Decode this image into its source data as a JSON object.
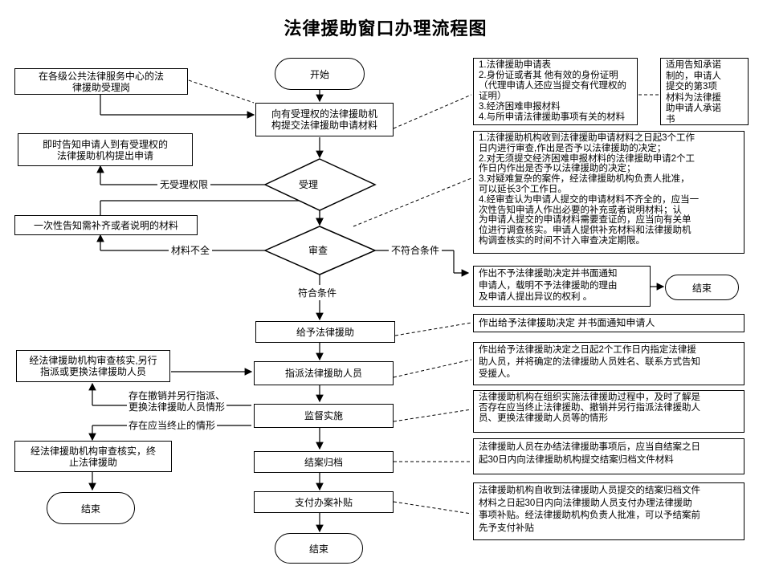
{
  "title": "法律援助窗口办理流程图",
  "nodes": {
    "start": "开始",
    "center_window": "在各级公共法律服务中心的法\n律援助受理岗",
    "submit": "向有受理权的法律援助机\n构提交法律援助申请材料",
    "inform_institution": "即时告知申请人到有受理权的\n法律援助机构提出申请",
    "accept": "受理",
    "supplement": "一次性告知需补齐或者说明的材料",
    "review": "审查",
    "grant": "给予法律援助",
    "reassign_box": "经法律援助机构审查核实,另行\n指派或更换法律援助人员",
    "assign": "指派法律援助人员",
    "supervise": "监督实施",
    "terminate_box": "经法律援助机构审查核实，终\n止法律援助",
    "end_left": "结束",
    "archive": "结案归档",
    "subsidy": "支付办案补贴",
    "end_bottom": "结束",
    "end_right": "结束"
  },
  "labels": {
    "no_authority": "无受理权限",
    "incomplete": "材料不全",
    "not_qualified": "不符合条件",
    "qualified": "符合条件",
    "revoke_reassign": "存在撤销并另行指派、\n更换法律援助人员情形",
    "should_terminate": "存在应当终止的情形"
  },
  "notes": {
    "materials": "1.法律援助申请表\n2.身份证或者其 他有效的身份证明\n（代理申请人还应当提交有代理权的\n证明）\n3.经济困难申报材料\n4.与所申请法律援助事项有关的材料",
    "commitment": "适用告知承诺\n制的，申请人\n提交的第3项\n材料为法律援\n助申请人承诺\n书",
    "review_rules": "1.法律援助机构收到法律援助申请材料之日起3个工作\n日内进行审查,作出是否予以法律援助的决定；\n2.对无须提交经济困难申报材料的法律援助申请2个工\n作日内作出是否予以法律援助的决定；\n3.对疑难复杂的案件，经法律援助机构负责人批准，\n可以延长3个工作日。\n4.经审查认为申请人提交的申请材料不齐全的，应当一\n次性告知申请人作出必要的补充或者说明材料；认\n为申请人提交的申请材料需要查证的，应当向有关单\n位进行调查核实。申请人提供补充材料和法律援助机\n构调查核实的时间不计入审查决定期限。",
    "refuse": "作出不予法律援助决定并书面通知\n申请人，载明不予法律援助的理由\n及申请人提出异议的权利 。",
    "grant_note": "作出给予法律援助决定 并书面通知申请人",
    "assign_note": "作出给予法律援助决定之日起2个工作日内指定法律援\n助人员，并将确定的法律援助人员姓名、联系方式告知\n受援人。",
    "supervise_note": "法律援助机构在组织实施法律援助过程中，及时了解是\n否存在应当终止法律援助、撤销并另行指派法律援助人\n员、更换法律援助人员等的情形",
    "archive_note": "法律援助人员在办结法律援助事项后，应当自结案之日\n起30日内向法律援助机构提交结案归档文件材料",
    "subsidy_note": "法律援助机构自收到法律援助人员提交的结案归档文件\n材料之日起30日内向法律援助人员支付办理法律援助\n事项补贴。经法律援助机构负责人批准，可以予结案前\n先予支付补贴"
  }
}
